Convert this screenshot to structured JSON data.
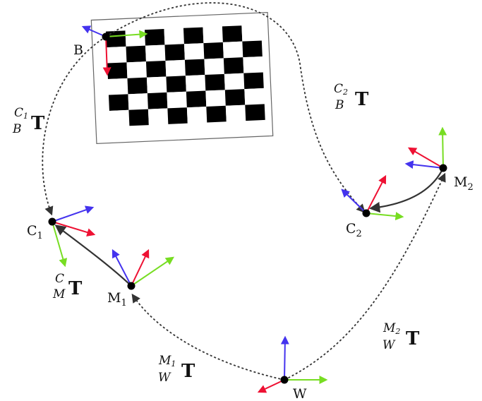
{
  "nodes": {
    "B": {
      "label": "B",
      "sub": ""
    },
    "C1": {
      "label": "C",
      "sub": "1"
    },
    "C2": {
      "label": "C",
      "sub": "2"
    },
    "M1": {
      "label": "M",
      "sub": "1"
    },
    "M2": {
      "label": "M",
      "sub": "2"
    },
    "W": {
      "label": "W",
      "sub": ""
    }
  },
  "transforms": {
    "c1_b": {
      "sup": "C",
      "sup_sub": "1",
      "sub": "B",
      "sub_sub": "",
      "symbol": "T"
    },
    "c2_b": {
      "sup": "C",
      "sup_sub": "2",
      "sub": "B",
      "sub_sub": "",
      "symbol": "T"
    },
    "c_m": {
      "sup": "C",
      "sup_sub": "",
      "sub": "M",
      "sub_sub": "",
      "symbol": "T"
    },
    "m1_w": {
      "sup": "M",
      "sup_sub": "1",
      "sub": "W",
      "sub_sub": "",
      "symbol": "T"
    },
    "m2_w": {
      "sup": "M",
      "sup_sub": "2",
      "sub": "W",
      "sub_sub": "",
      "symbol": "T"
    }
  },
  "colors": {
    "axis_x": "#ee1133",
    "axis_y": "#77dd22",
    "axis_z": "#4433ee",
    "dashed_link": "#333333",
    "solid_link": "#333333",
    "node": "#000000",
    "board_dark": "#000000",
    "board_frame": "#555555"
  },
  "checkerboard": {
    "rows": 6,
    "cols": 8,
    "top_left_dark": true
  }
}
